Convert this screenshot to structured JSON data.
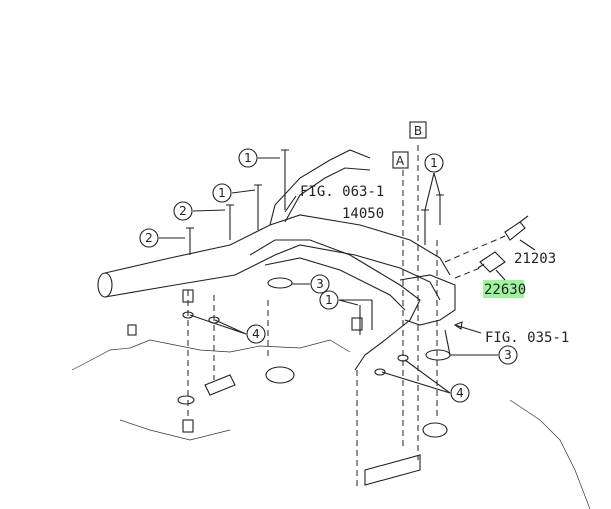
{
  "diagram": {
    "callouts": {
      "c1a": "1",
      "c1b": "1",
      "c1c": "1",
      "c1d": "1",
      "c2a": "2",
      "c2b": "2",
      "c3a": "3",
      "c3b": "3",
      "c4a": "4",
      "c4b": "4"
    },
    "ref_boxes": {
      "a": "A",
      "b": "B"
    },
    "labels": {
      "fig_063": "FIG. 063-1",
      "part_14050": "14050",
      "part_21203": "21203",
      "part_22630": "22630",
      "fig_035": "FIG. 035-1"
    },
    "highlight_color": "#7cf07c"
  }
}
